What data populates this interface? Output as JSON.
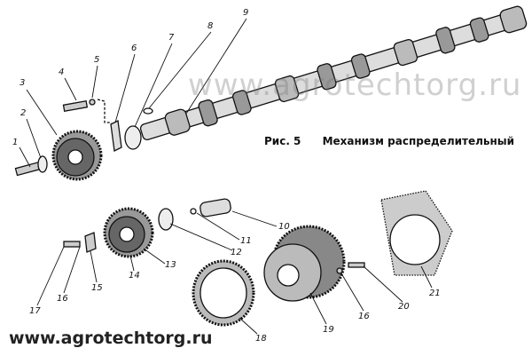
{
  "figure": {
    "number_label": "Рис. 5",
    "title": "Механизм распределительный"
  },
  "watermark": "www.agrotechtorg.ru",
  "footer_url": "www.agrotechtorg.ru",
  "part_labels": [
    "1",
    "2",
    "3",
    "4",
    "5",
    "6",
    "7",
    "8",
    "9",
    "10",
    "11",
    "12",
    "13",
    "14",
    "15",
    "16",
    "17",
    "18",
    "19",
    "16",
    "20",
    "21"
  ]
}
